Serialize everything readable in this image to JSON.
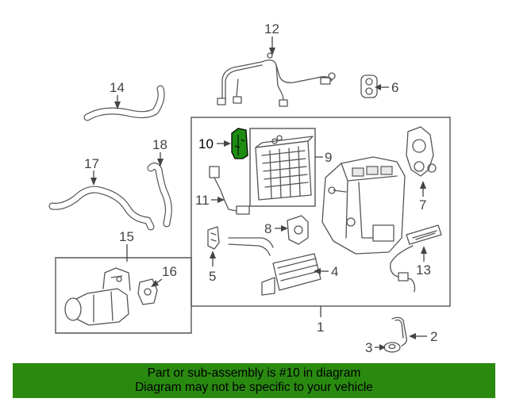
{
  "callouts": {
    "c1": "1",
    "c2": "2",
    "c3": "3",
    "c4": "4",
    "c5": "5",
    "c6": "6",
    "c7": "7",
    "c8": "8",
    "c9": "9",
    "c10": "10",
    "c11": "11",
    "c12": "12",
    "c13": "13",
    "c14": "14",
    "c15": "15",
    "c16": "16",
    "c17": "17",
    "c18": "18"
  },
  "highlighted_part": "10",
  "colors": {
    "highlight": "#1e8c12",
    "banner": "#2a8a10",
    "line": "#555555"
  },
  "banner": {
    "line1": "Part or sub-assembly is #10 in diagram",
    "line2": "Diagram may not be specific to your vehicle"
  }
}
